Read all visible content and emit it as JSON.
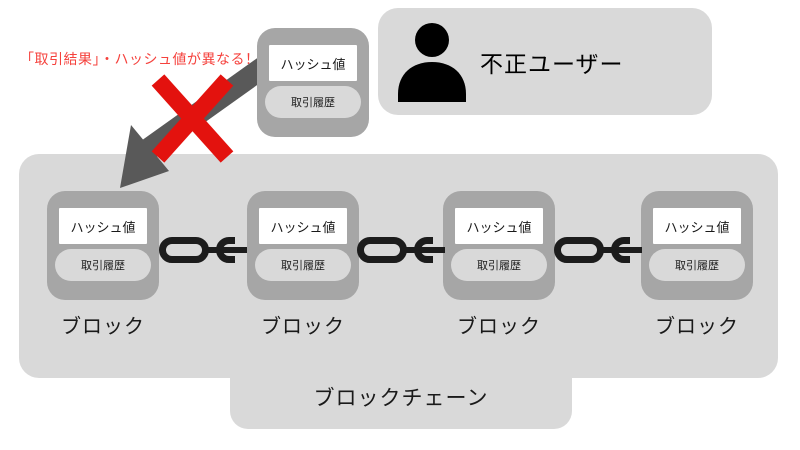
{
  "annotation": {
    "text": "「取引結果」・ハッシュ値が異なる！"
  },
  "attacker": {
    "label": "不正ユーザー"
  },
  "tampered_block": {
    "hash_label": "ハッシュ値",
    "history_label": "取引履歴"
  },
  "blockchain": {
    "label": "ブロックチェーン",
    "blocks": [
      {
        "hash_label": "ハッシュ値",
        "history_label": "取引履歴",
        "caption": "ブロック"
      },
      {
        "hash_label": "ハッシュ値",
        "history_label": "取引履歴",
        "caption": "ブロック"
      },
      {
        "hash_label": "ハッシュ値",
        "history_label": "取引履歴",
        "caption": "ブロック"
      },
      {
        "hash_label": "ハッシュ値",
        "history_label": "取引履歴",
        "caption": "ブロック"
      }
    ]
  },
  "icons": {
    "person": "person-icon",
    "chain": "chain-link-icon",
    "arrow": "tamper-arrow-icon",
    "cross": "x-mark-icon"
  },
  "colors": {
    "container_gray": "#d9d9d9",
    "block_gray": "#a6a6a6",
    "arrow_gray": "#595959",
    "chain_black": "#1c1c1c",
    "cross_red": "#e3120e",
    "annotation_red": "#f5413c",
    "background": "#ffffff"
  }
}
